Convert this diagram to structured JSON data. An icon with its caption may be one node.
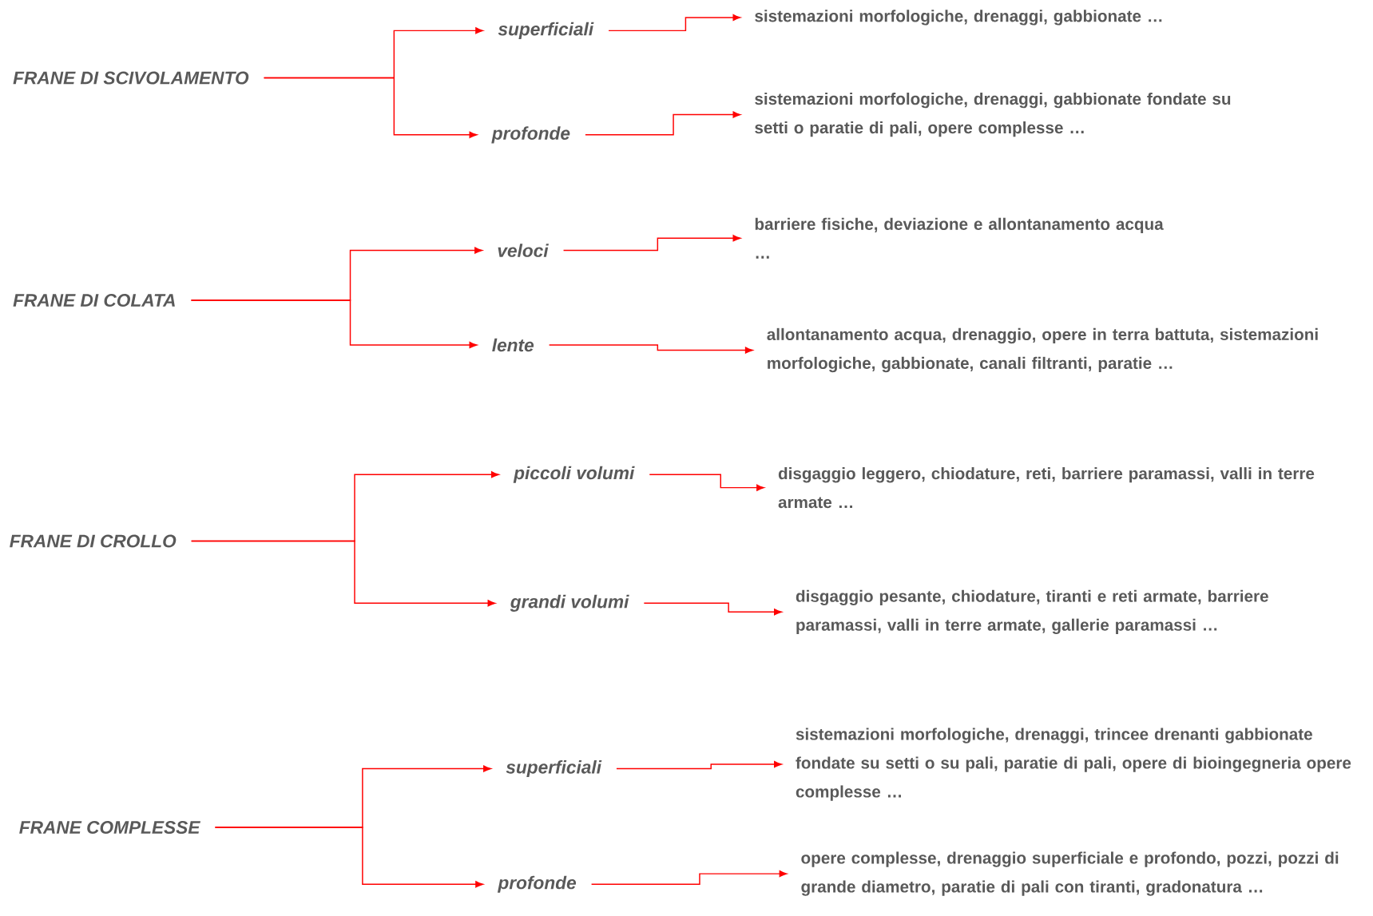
{
  "diagram": {
    "nodes": [
      {
        "text": [
          "FRANE DI SCIVOLAMENTO"
        ]
      },
      {
        "text": [
          "superficiali"
        ]
      },
      {
        "text": [
          "sistemazioni morfologiche, drenaggi, gabbionate …"
        ]
      },
      {
        "text": [
          "profonde"
        ]
      },
      {
        "text": [
          "sistemazioni morfologiche, drenaggi, gabbionate fondate su setti o paratie di pali, opere complesse …"
        ]
      },
      {
        "text": [
          "FRANE DI COLATA"
        ]
      },
      {
        "text": [
          "veloci"
        ]
      },
      {
        "text": [
          "barriere fisiche, deviazione e allontanamento acqua …"
        ]
      },
      {
        "text": [
          "lente"
        ]
      },
      {
        "text": [
          "allontanamento acqua, drenaggio, opere in terra battuta, sistemazioni morfologiche, gabbionate, canali filtranti, paratie …"
        ]
      },
      {
        "text": [
          "FRANE DI CROLLO"
        ]
      },
      {
        "text": [
          "piccoli volumi"
        ]
      },
      {
        "text": [
          "disgaggio leggero, chiodature, reti, barriere paramassi, valli in terre armate …"
        ]
      },
      {
        "text": [
          "grandi volumi"
        ]
      },
      {
        "text": [
          "disgaggio pesante, chiodature, tiranti e reti armate, barriere paramassi, valli in terre armate, gallerie paramassi …"
        ]
      },
      {
        "text": [
          "FRANE COMPLESSE"
        ]
      },
      {
        "text": [
          "superficiali"
        ]
      },
      {
        "text": [
          "sistemazioni morfologiche, drenaggi, trincee drenanti gabbionate fondate su setti o su pali, paratie di pali, opere di bioingegneria opere complesse …"
        ]
      },
      {
        "text": [
          "profonde"
        ]
      },
      {
        "text": [
          "opere complesse, drenaggio superficiale e profondo, pozzi, pozzi di grande diametro, paratie di pali con tiranti, gradonatura …"
        ]
      }
    ],
    "edges": [
      {
        "from": 0,
        "to": 1,
        "arrow": "to"
      },
      {
        "from": 0,
        "to": 3,
        "arrow": "to"
      },
      {
        "from": 1,
        "to": 2,
        "arrow": "to"
      },
      {
        "from": 3,
        "to": 4,
        "arrow": "to"
      },
      {
        "from": 5,
        "to": 6,
        "arrow": "to"
      },
      {
        "from": 5,
        "to": 8,
        "arrow": "to"
      },
      {
        "from": 6,
        "to": 7,
        "arrow": "to"
      },
      {
        "from": 8,
        "to": 9,
        "arrow": "to"
      },
      {
        "from": 10,
        "to": 11,
        "arrow": "to"
      },
      {
        "from": 10,
        "to": 13,
        "arrow": "to"
      },
      {
        "from": 11,
        "to": 12,
        "arrow": "to"
      },
      {
        "from": 13,
        "to": 14,
        "arrow": "to"
      },
      {
        "from": 15,
        "to": 16,
        "arrow": "to"
      },
      {
        "from": 15,
        "to": 18,
        "arrow": "to"
      },
      {
        "from": 16,
        "to": 17,
        "arrow": "to"
      },
      {
        "from": 18,
        "to": 19,
        "arrow": "to"
      }
    ]
  }
}
